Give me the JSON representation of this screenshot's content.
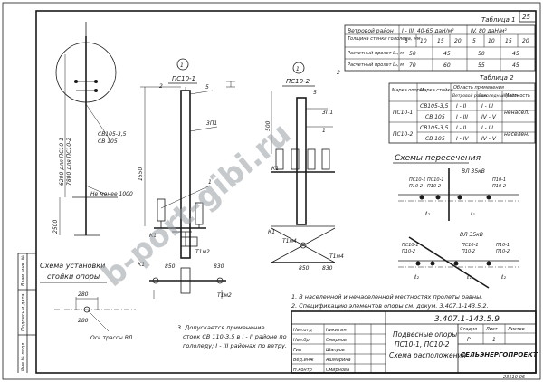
{
  "sheet": {
    "page_number": "25",
    "doc_code": "3.407.1-143.5.9",
    "stamp": "23110-06"
  },
  "watermark": "b-port-gibi.ru",
  "table1": {
    "title": "Таблица 1",
    "col1": "Ветровой район",
    "head_a": "I - III, 40-65 даН/м²",
    "head_b": "IV, 80 даН/м²",
    "row1_label": "Толщина стенки гололеда, мм",
    "row1_values": [
      "5",
      "10",
      "15",
      "20",
      "5",
      "10",
      "15",
      "20"
    ],
    "row2_label": "Расчетный пролет L₁, м",
    "row2_values": [
      "50",
      "45",
      "50",
      "45"
    ],
    "row3_label": "Расчетный пролет L₂, м",
    "row3_values": [
      "70",
      "60",
      "55",
      "45"
    ]
  },
  "table2": {
    "title": "Таблица 2",
    "headers": [
      "Марка опоры",
      "Марка стойки",
      "Ветровой район",
      "Гололедный район",
      "Местность"
    ],
    "header_group": "Область применения",
    "rows": [
      {
        "opora": "ПС10-1",
        "stoyka": "СВ105-3,5",
        "wind": "I - II",
        "ice": "I - III",
        "mest": "ненасел."
      },
      {
        "opora": "",
        "stoyka": "СВ 105",
        "wind": "I - III",
        "ice": "IV - V",
        "mest": ""
      },
      {
        "opora": "ПС10-2",
        "stoyka": "СВ105-3,5",
        "wind": "I - II",
        "ice": "I - III",
        "mest": "населен."
      },
      {
        "opora": "",
        "stoyka": "СВ 105",
        "wind": "I - IV",
        "ice": "IV - V",
        "mest": ""
      }
    ]
  },
  "left_view": {
    "labels": [
      "ПС10-1",
      "ПС10-2"
    ],
    "mark_codes": [
      "СВ105-3,5",
      "СВ 105"
    ],
    "dims": [
      "6200 для ПС10-1",
      "7800 для ПС10-2",
      "2500"
    ],
    "depth_note": "Не менее 1000",
    "schema_title": "Схема установки",
    "schema_title2": "стойки опоры",
    "trassa": "Ось трассы ВЛ",
    "dims_bottom": [
      "280",
      "280"
    ]
  },
  "view1": {
    "circle": "1",
    "label": "ПС10-1",
    "callouts": [
      "5",
      "3П1",
      "1",
      "2",
      "К1",
      "Т1м2",
      "К1",
      "Т1м2"
    ],
    "dims": [
      "1550",
      "850",
      "830"
    ]
  },
  "view2": {
    "circle": "1",
    "label": "ПС10-2",
    "callouts": [
      "3П1",
      "1",
      "5",
      "2",
      "К1",
      "Т1м4",
      "К1",
      "Т1м4"
    ],
    "dims": [
      "500",
      "850",
      "830"
    ]
  },
  "crossing": {
    "title": "Схемы пересечения",
    "top": {
      "vl": "ВЛ 35кВ",
      "labels": [
        "ПС10-1",
        "П10-2",
        "ПС10-1",
        "П10-2",
        "П10-1",
        "П10-2"
      ],
      "spans": [
        "ℓ₂",
        "ℓ₁"
      ]
    },
    "bottom": {
      "vl": "ВЛ 35кВ",
      "labels": [
        "ПС10-1",
        "П10-2",
        "ПС10-1",
        "П10-2",
        "П10-1",
        "П10-2"
      ],
      "spans": [
        "ℓ₂",
        "ℓ₁",
        "ℓ₂"
      ]
    }
  },
  "notes": {
    "n1": "1. В населенной и ненаселенной местностях пролеты равны.",
    "n2": "2. Спецификацию элементов опоры см. докум.   3.407.1-143.5.2.",
    "n3_a": "3. Допускается применение",
    "n3_b": "стоек СВ 110-3,5 в I - II районе по",
    "n3_c": "гололеду; I - III районах по ветру."
  },
  "title_block": {
    "roles": [
      "Нач.отд",
      "Нач.бр",
      "Гип",
      "Вед.инж",
      "Н.контр"
    ],
    "names": [
      "Никитин",
      "Смирнов",
      "Шапров",
      "Ашмарина",
      "Смирнова"
    ],
    "title1": "Подвесные опоры",
    "title2": "ПС10-1, ПС10-2",
    "title3": "Схема расположения",
    "stage_head": [
      "Стадия",
      "Лист",
      "Листов"
    ],
    "stage_vals": [
      "Р",
      "1",
      ""
    ],
    "org": "СЕЛЬЭНЕРГОПРОЕКТ"
  },
  "side_stamp": [
    "Инв.№ подл.",
    "Подпись и дата",
    "Взам. инв. №"
  ]
}
